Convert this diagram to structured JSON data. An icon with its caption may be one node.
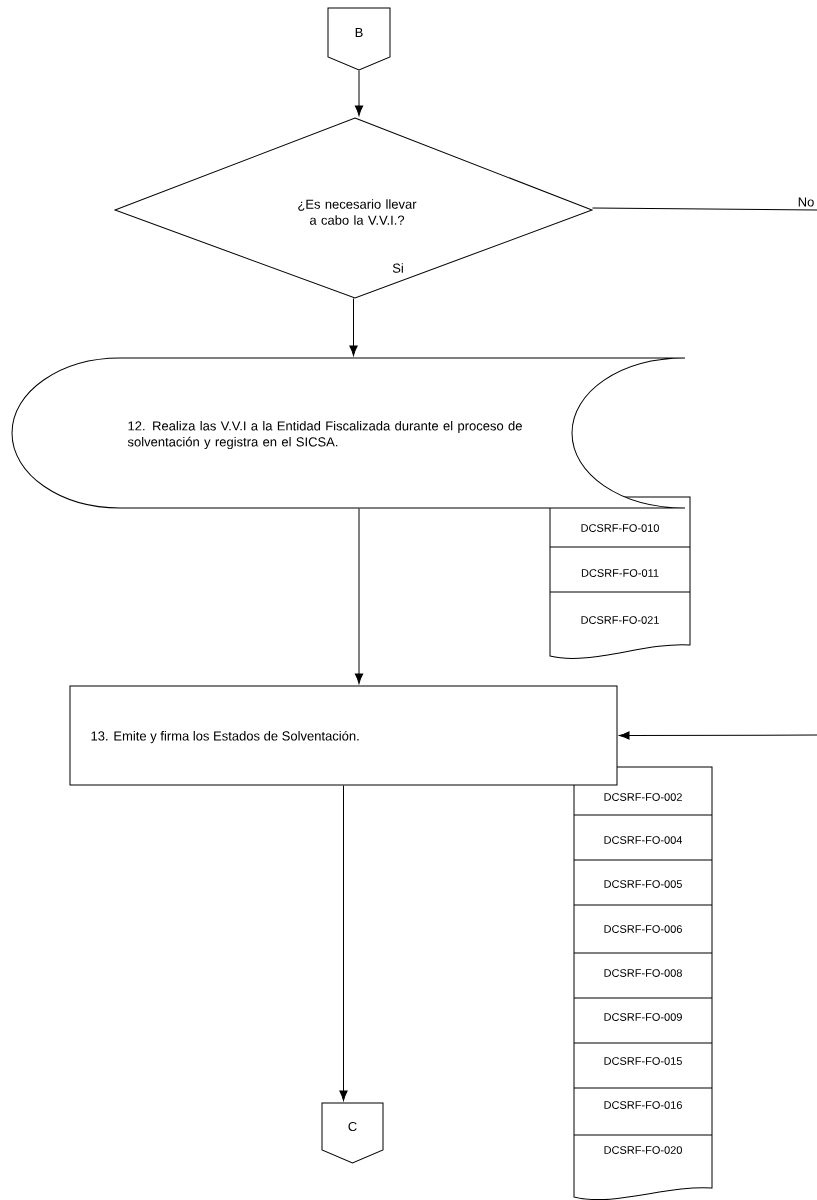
{
  "diagram": {
    "nodes": [
      {
        "text": [
          "B"
        ]
      },
      {
        "text": [
          "¿Es necesario llevar a cabo la V.V.I.?"
        ]
      },
      {
        "text": [
          "12. Realiza las V.V.I a la Entidad Fiscalizada durante el proceso de solventación y registra en el SICSA."
        ]
      },
      {
        "text": [
          "DCSRF-FO-010",
          "DCSRF-FO-011",
          "DCSRF-FO-021"
        ]
      },
      {
        "text": [
          "13. Emite y firma los Estados de Solventación."
        ]
      },
      {
        "text": [
          "DCSRF-FO-002",
          "DCSRF-FO-004",
          "DCSRF-FO-005",
          "DCSRF-FO-006",
          "DCSRF-FO-008",
          "DCSRF-FO-009",
          "DCSRF-FO-015",
          "DCSRF-FO-016",
          "DCSRF-FO-020"
        ]
      },
      {
        "text": [
          "C"
        ]
      }
    ],
    "edges": [
      {
        "from": 0,
        "to": 1,
        "arrow": "to"
      },
      {
        "from": 1,
        "to": 2,
        "arrow": "to",
        "label": "Si"
      },
      {
        "from": 2,
        "to": 4,
        "arrow": "to"
      },
      {
        "from": 4,
        "to": 6,
        "arrow": "to"
      },
      {
        "from": 1,
        "to": null,
        "arrow": "none",
        "label": "No"
      },
      {
        "from": null,
        "to": 4,
        "arrow": "to"
      }
    ]
  }
}
